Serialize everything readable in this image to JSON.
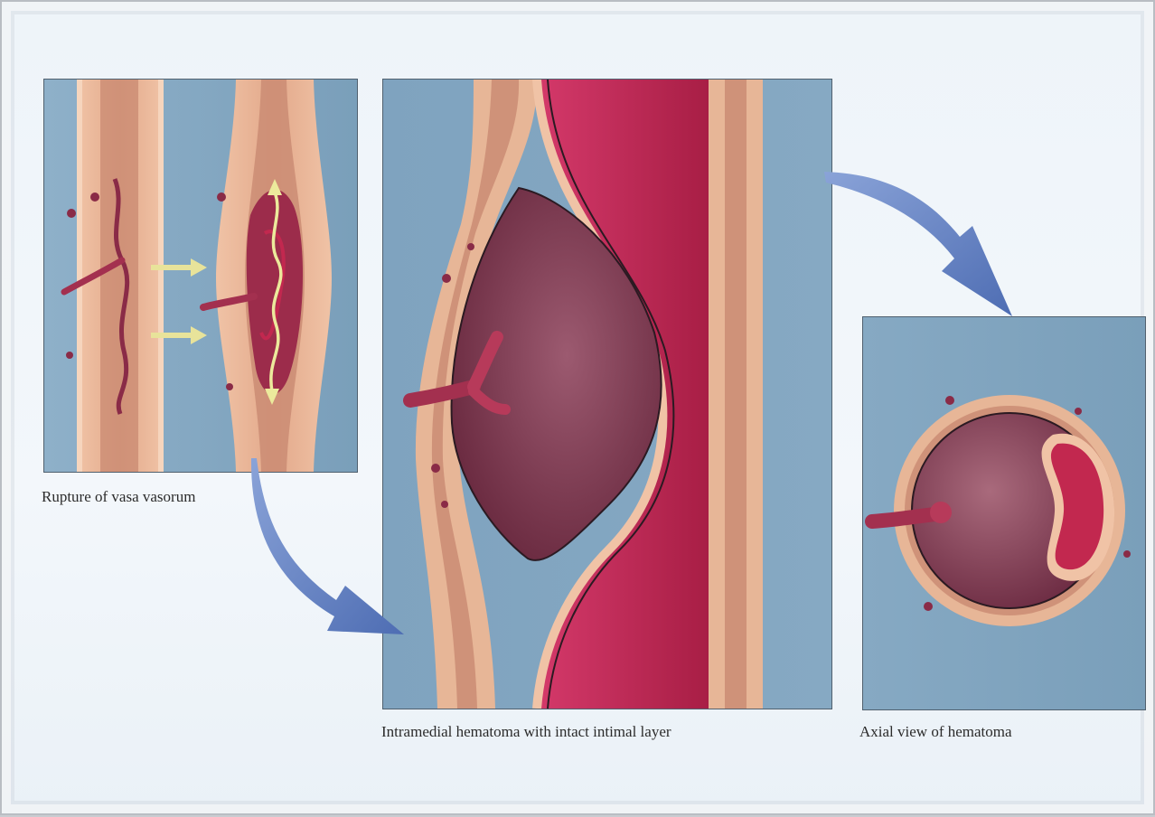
{
  "figure": {
    "panels": [
      {
        "id": "rupture",
        "caption": "Rupture of vasa vasorum"
      },
      {
        "id": "intramedial",
        "caption": "Intramedial hematoma with intact intimal layer"
      },
      {
        "id": "axial",
        "caption": "Axial view of hematoma"
      }
    ]
  },
  "colors": {
    "background": "#7fa3bf",
    "vessel_wall": "#e7b697",
    "media": "#c98a72",
    "lumen_blood": "#c2284f",
    "hematoma": "#8a3b56",
    "flow_arrow": "#e8e39a",
    "transition_arrow": "#5f7fc2"
  }
}
